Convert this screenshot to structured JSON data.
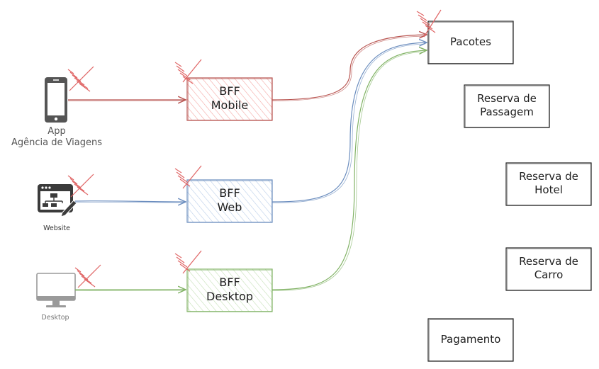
{
  "clients": {
    "mobile": {
      "line1": "App",
      "line2": "Agência de Viagens"
    },
    "website": {
      "label": "Website"
    },
    "desktop": {
      "label": "Desktop"
    }
  },
  "bffs": {
    "mobile": {
      "line1": "BFF",
      "line2": "Mobile"
    },
    "web": {
      "line1": "BFF",
      "line2": "Web"
    },
    "desktop": {
      "line1": "BFF",
      "line2": "Desktop"
    }
  },
  "services": {
    "pacotes": "Pacotes",
    "passagem": {
      "line1": "Reserva de",
      "line2": "Passagem"
    },
    "hotel": {
      "line1": "Reserva de",
      "line2": "Hotel"
    },
    "carro": {
      "line1": "Reserva de",
      "line2": "Carro"
    },
    "pagamento": "Pagamento"
  },
  "colors": {
    "mobile": "#b85450",
    "web": "#6c8ebf",
    "desktop": "#82b366",
    "block_marker": "#e06666"
  },
  "icons": {
    "mobile": "smartphone-icon",
    "website": "web-design-icon",
    "desktop": "monitor-icon"
  }
}
